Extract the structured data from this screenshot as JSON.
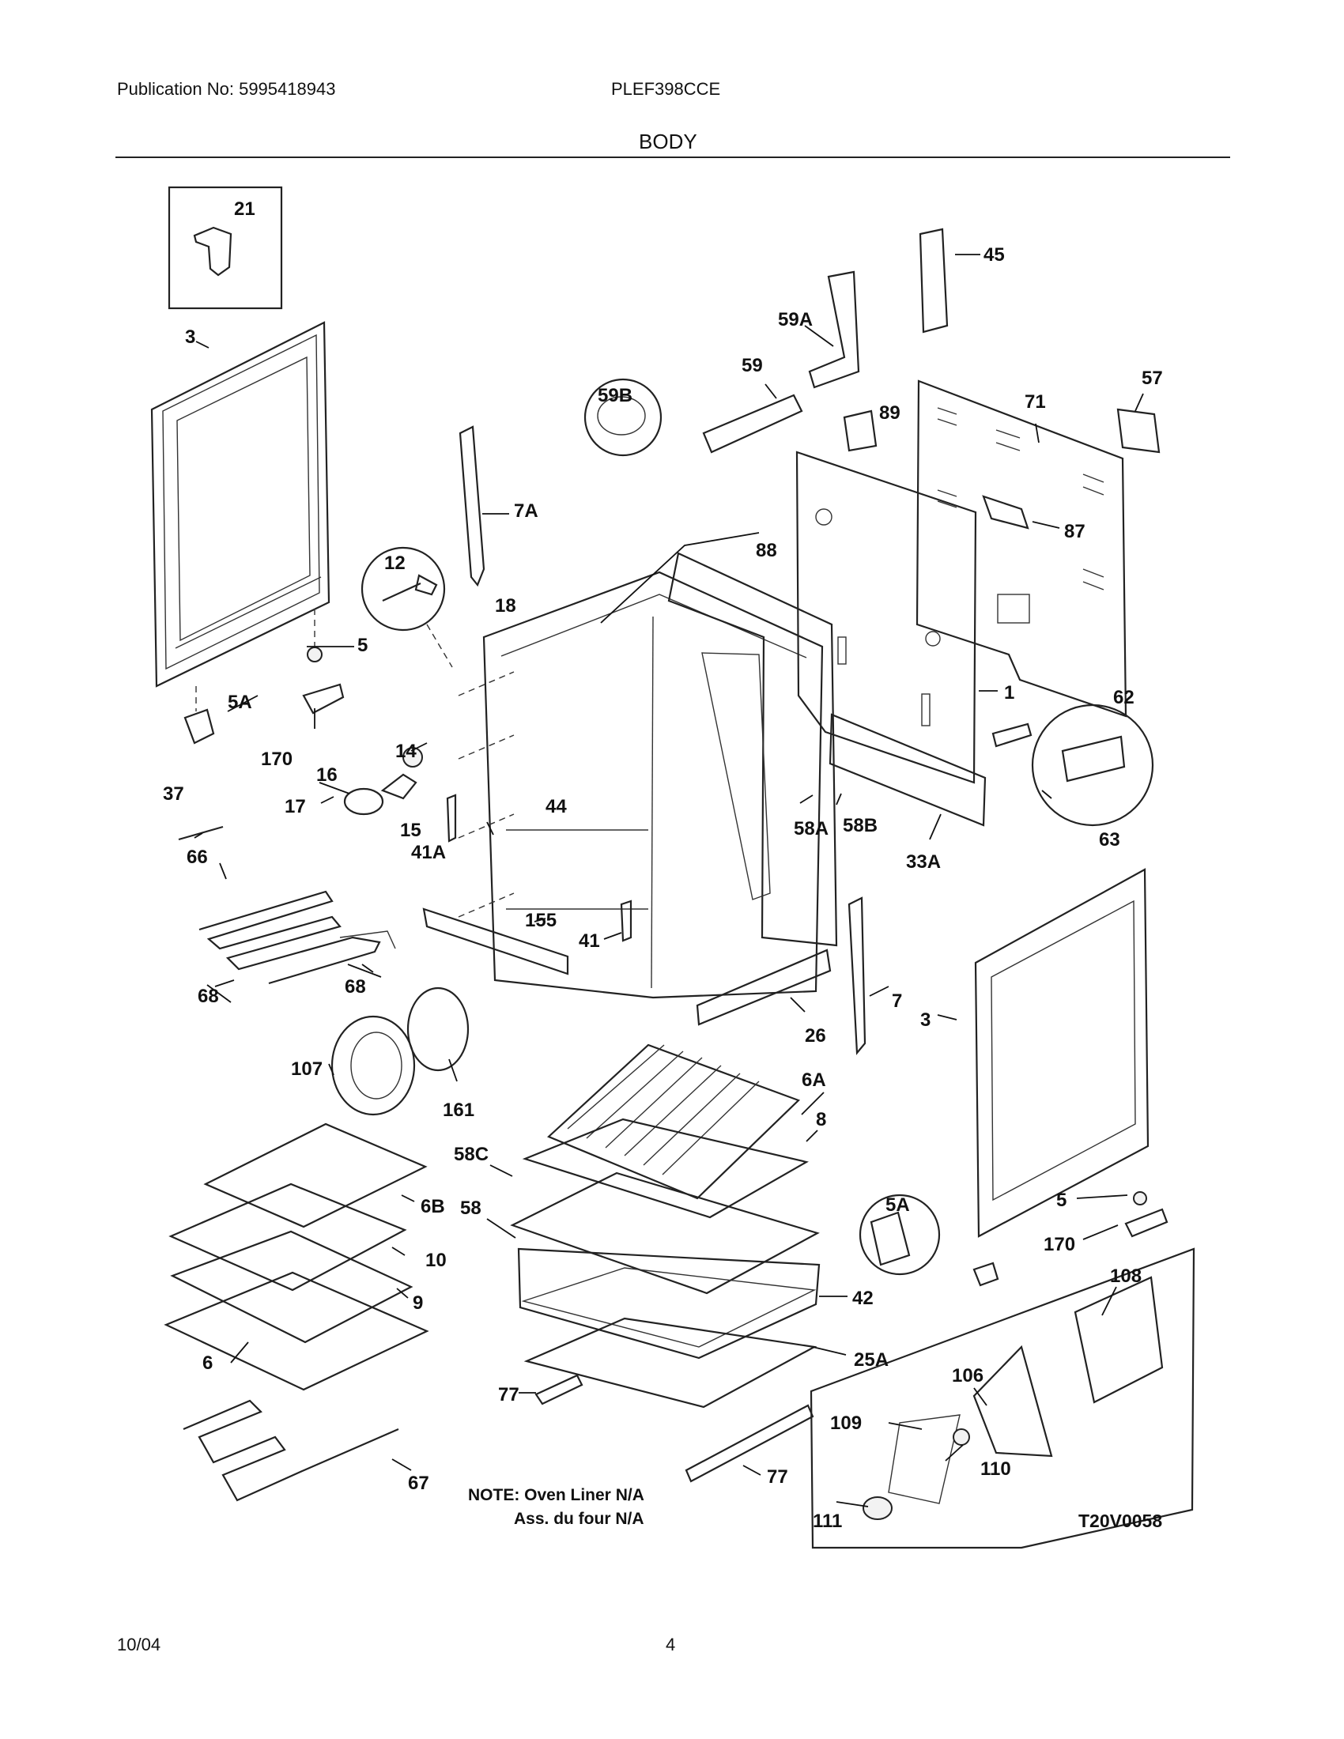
{
  "header": {
    "publication": "Publication No: 5995418943",
    "model": "PLEF398CCE",
    "title": "BODY"
  },
  "footer": {
    "date": "10/04",
    "page": "4"
  },
  "diagram": {
    "code": "T20V0058",
    "note_line1": "NOTE: Oven Liner N/A",
    "note_line2": "Ass. du four N/A",
    "callouts": {
      "c21": "21",
      "c3a": "3",
      "c5a": "5",
      "c5Aa": "5A",
      "c170a": "170",
      "c37": "37",
      "c16": "16",
      "c14": "14",
      "c17": "17",
      "c15": "15",
      "c12": "12",
      "c7A": "7A",
      "c18": "18",
      "c44": "44",
      "c41A": "41A",
      "c66": "66",
      "c68a": "68",
      "c68b": "68",
      "c155": "155",
      "c41": "41",
      "c107": "107",
      "c161": "161",
      "c45": "45",
      "c59A": "59A",
      "c59": "59",
      "c59B": "59B",
      "c89": "89",
      "c88": "88",
      "c57": "57",
      "c71": "71",
      "c87": "87",
      "c1": "1",
      "c62": "62",
      "c63": "63",
      "c58A": "58A",
      "c58B": "58B",
      "c33A": "33A",
      "c26": "26",
      "c7": "7",
      "c6A": "6A",
      "c8": "8",
      "c58C": "58C",
      "c58": "58",
      "c6B": "6B",
      "c10": "10",
      "c9": "9",
      "c6": "6",
      "c67": "67",
      "c77a": "77",
      "c77b": "77",
      "c42": "42",
      "c25A": "25A",
      "c3b": "3",
      "c5b": "5",
      "c170b": "170",
      "c5Ab": "5A",
      "c108": "108",
      "c106": "106",
      "c109": "109",
      "c110": "110",
      "c111": "111"
    }
  }
}
